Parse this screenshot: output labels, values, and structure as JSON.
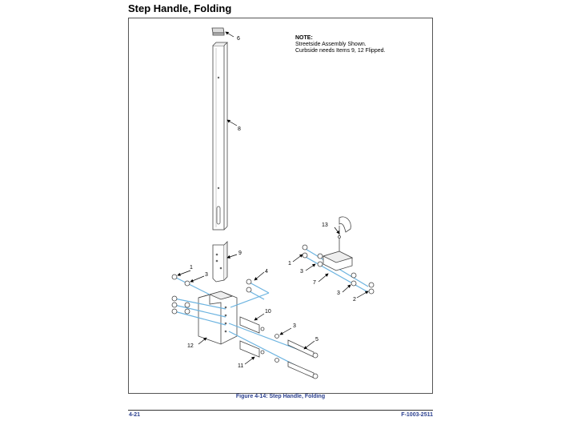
{
  "page": {
    "title": "Step Handle, Folding",
    "caption": "Figure 4-14:  Step Handle, Folding",
    "page_number": "4-21",
    "doc_number": "F-1003-2511"
  },
  "note": {
    "heading": "NOTE:",
    "line1": "Streetside Assembly Shown.",
    "line2": "Curbside needs Items 9, 12 Flipped."
  },
  "callouts": {
    "c6": "6",
    "c8": "8",
    "c9": "9",
    "c4": "4",
    "c1a": "1",
    "c3a": "3",
    "c10": "10",
    "c3b": "3",
    "c5": "5",
    "c12": "12",
    "c11": "11",
    "c13": "13",
    "c1b": "1",
    "c3c": "3",
    "c7": "7",
    "c3d": "3",
    "c2": "2"
  },
  "colors": {
    "hardware_lines": "#6bb3e0",
    "caption": "#2a3f8f"
  }
}
